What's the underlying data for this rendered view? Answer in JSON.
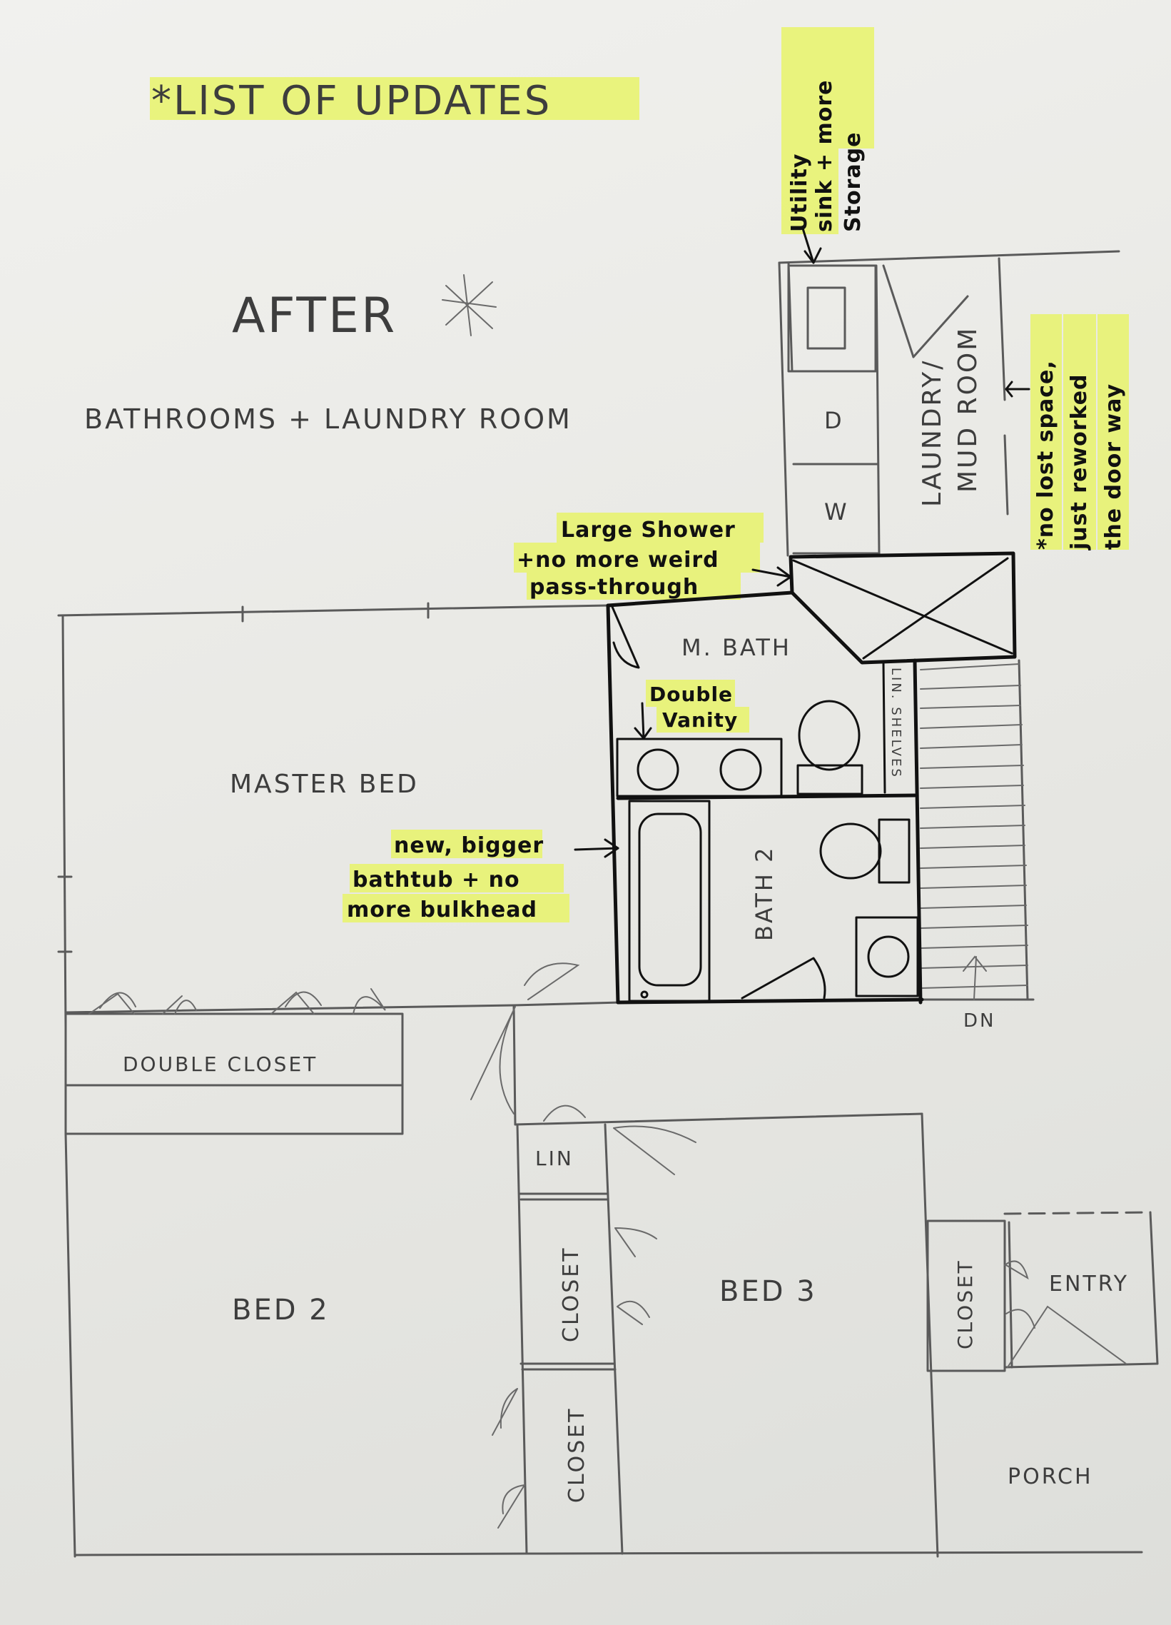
{
  "header": {
    "title": "*LIST OF UPDATES",
    "after": "AFTER",
    "subtitle": "BATHROOMS + LAUNDRY ROOM"
  },
  "rooms": {
    "master_bed": "MASTER BED",
    "double_closet": "DOUBLE CLOSET",
    "bed_2": "BED 2",
    "bed_3": "BED 3",
    "closet_a": "CLOSET",
    "closet_b": "CLOSET",
    "closet_c": "CLOSET",
    "lin": "LIN",
    "entry": "ENTRY",
    "porch": "PORCH",
    "m_bath": "M. BATH",
    "bath_2": "BATH 2",
    "lin_shelves": "LIN. SHELVES",
    "laundry_1": "LAUNDRY/",
    "laundry_2": "MUD ROOM",
    "dryer": "D",
    "washer": "W",
    "dn": "DN"
  },
  "notes": {
    "utility_1": "Utility",
    "utility_2": "sink + more",
    "utility_3": "Storage",
    "shower_1": "Large Shower",
    "shower_2": "+no more weird",
    "shower_3": "pass-through",
    "vanity_1": "Double",
    "vanity_2": "Vanity",
    "tub_1": "new, bigger",
    "tub_2": "bathtub + no",
    "tub_3": "more bulkhead",
    "door_1": "*no lost space,",
    "door_2": "just reworked",
    "door_3": "the door way"
  },
  "colors": {
    "highlight": "#e7f36a",
    "pencil": "#5a5a5a",
    "ink": "#111111",
    "paper": "#eeeeeb"
  }
}
